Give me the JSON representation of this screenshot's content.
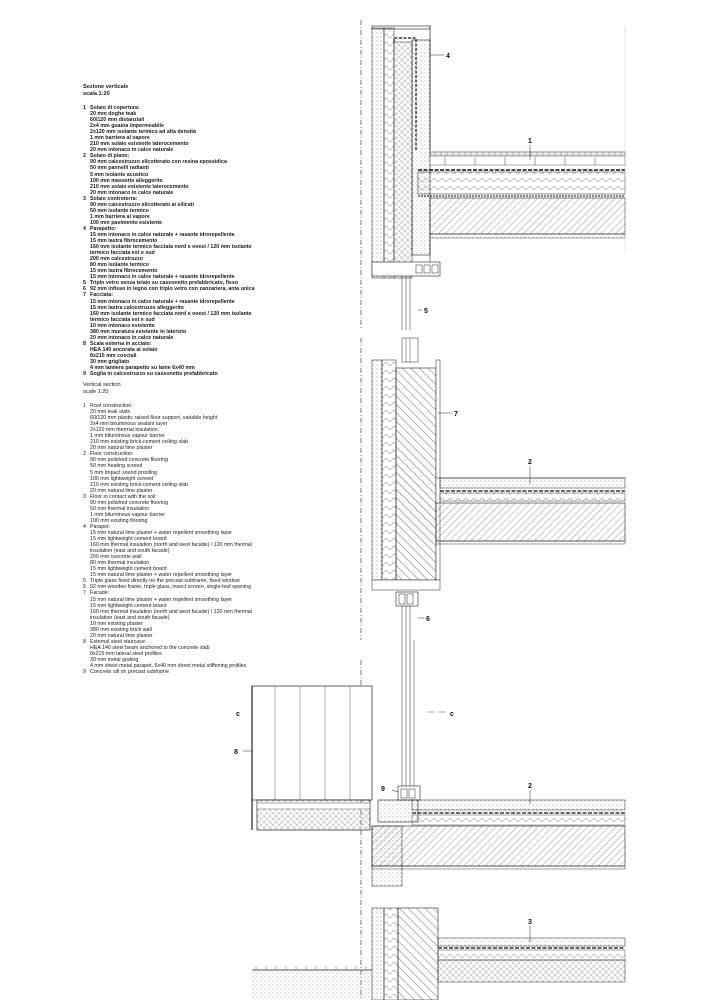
{
  "legend_it": {
    "title": "Sezione verticale",
    "scale": "scala 1:20",
    "items": [
      {
        "num": "1",
        "lines": [
          "Solaio di copertura:",
          "20 mm doghe teak",
          "60/120 mm distanziali",
          "2x4 mm guaina impermeabile",
          "2x120 mm isolante termico ad alta densità",
          "1 mm barriera al vapore",
          "210 mm solaio esistente laterocemento",
          "20 mm intonaco in calce naturale"
        ]
      },
      {
        "num": "2",
        "lines": [
          "Solaio di piano:",
          "90 mm calcestruzzo elicotterato con resina epossidica",
          "50 mm pannelli radianti",
          "5 mm isolante acustico",
          "100 mm massetto alleggerito",
          "210 mm solaio esistente laterocemento",
          "20 mm intonaco in calce naturale"
        ]
      },
      {
        "num": "3",
        "lines": [
          "Solaio controterra:",
          "90 mm calcestruzzo elicotterato ai silicati",
          "50 mm isolante termico",
          "1 mm barriera al vapore",
          "100 mm pavimento esistente"
        ]
      },
      {
        "num": "4",
        "lines": [
          "Parapetto:",
          "15 mm intonaco in calce naturale + rasante idrorepellente",
          "15 mm lastra fibrocemento",
          "160 mm isolante termico facciata nord e ovest / 120 mm isolante",
          "termico facciata est e sud",
          "200 mm calcestruzzo",
          "80 mm isolante termico",
          "15 mm lastra fibrocemento",
          "15 mm intonaco in calce naturale + rasante idrorepellente"
        ]
      },
      {
        "num": "5",
        "lines": [
          "Triplo vetro senza telaio su cassonetto prefabbricato, fisso"
        ]
      },
      {
        "num": "6",
        "lines": [
          "92 mm infisso in legno con triplo vetro con zanzariera, anta unica"
        ]
      },
      {
        "num": "7",
        "lines": [
          "Facciata:",
          "15 mm intonaco in calce naturale + rasante idrorepellente",
          "15 mm lastra calcestruzzo alleggerito",
          "160 mm isolante termico facciata nord e ovest / 120 mm isolante",
          "termico facciata est e sud",
          "10 mm intonaco esistente",
          "380 mm muratura esistente in laterizio",
          "20 mm intonaco in calce naturale"
        ]
      },
      {
        "num": "8",
        "lines": [
          "Scala esterna in acciaio:",
          "HEA 140 ancorata al solaio",
          "8x215 mm cosciali",
          "30 mm grigliato",
          "4 mm lamiera parapetto su lame 6x40 mm"
        ]
      },
      {
        "num": "9",
        "lines": [
          "Soglia in calcestruzzo su cassonetto prefabbricato"
        ]
      }
    ]
  },
  "legend_en": {
    "title": "Vertical section",
    "scale": "scale 1:20",
    "items": [
      {
        "num": "1",
        "lines": [
          "Roof construction:",
          "20 mm teak slats",
          "60/120 mm plastic raised floor support, variable height",
          "2x4 mm bituminous sealant layer",
          "2x120 mm thermal insulation",
          "1 mm bituminous vapour barrier",
          "210 mm existing brick-cement ceiling slab",
          "20 mm natural lime plaster"
        ]
      },
      {
        "num": "2",
        "lines": [
          "Floor construction:",
          "90 mm polished concrete flooring",
          "50 mm heating screed",
          "5 mm Impact sound proofing",
          "100 mm lightweight screed",
          "210 mm existing brick-cement ceiling slab",
          "20 mm natural lime plaster"
        ]
      },
      {
        "num": "3",
        "lines": [
          "Floor in contact with the soil:",
          "90 mm polished concrete flooring",
          "50 mm thermal insulation",
          "1 mm bituminous vapour barrier",
          "100 mm existing flooring"
        ]
      },
      {
        "num": "4",
        "lines": [
          "Parapet:",
          "15 mm natural lime plaster + water repellent smoothing layer",
          "15 mm lightweight cement board",
          "160 mm thermal insulation (north and west facade) / 120 mm thermal",
          "insulation (east and south facade)",
          "200 mm concrete wall",
          "80 mm thermal insulation",
          "15 mm  lightweight cement board",
          "15 mm natural lime plaster + water repellent smoothing layer"
        ]
      },
      {
        "num": "5",
        "lines": [
          "Triple glass fixed directly on the precast subframe, fixed window"
        ]
      },
      {
        "num": "6",
        "lines": [
          "92 mm wooden frame, triple glass, insect screen, single-leaf opening"
        ]
      },
      {
        "num": "7",
        "lines": [
          "Facade:",
          "15 mm natural lime plaster + water repellent smoothing layer",
          "15 mm lightweight cement board",
          "160 mm thermal insulation (north and west facade) / 120 mm thermal",
          "insulation (east and south facade)",
          "10 mm existing plaster",
          "380 mm existing brick wall",
          "20 mm natural lime plaster"
        ]
      },
      {
        "num": "8",
        "lines": [
          "External steel staircase:",
          "HEA 140 steel beam anchored to the concrete slab",
          "8x215 mm lateral steel profiles",
          "30 mm metal grating",
          "4 mm sheet metal parapet, 6x40 mm sheet metal stiffening profiles"
        ]
      },
      {
        "num": "9",
        "lines": [
          "Concrete sill on precast subframe"
        ]
      }
    ]
  },
  "callouts": {
    "c1": "1",
    "c2a": "2",
    "c2b": "2",
    "c3": "3",
    "c4": "4",
    "c5": "5",
    "c6": "6",
    "c7": "7",
    "c8": "8",
    "c9": "9",
    "cut_left": "c",
    "cut_right": "c"
  },
  "colors": {
    "ink": "#1a1a1a",
    "hatch": "#7a7a7a",
    "insulation": "#d8d8d8",
    "concrete": "#efefef"
  }
}
